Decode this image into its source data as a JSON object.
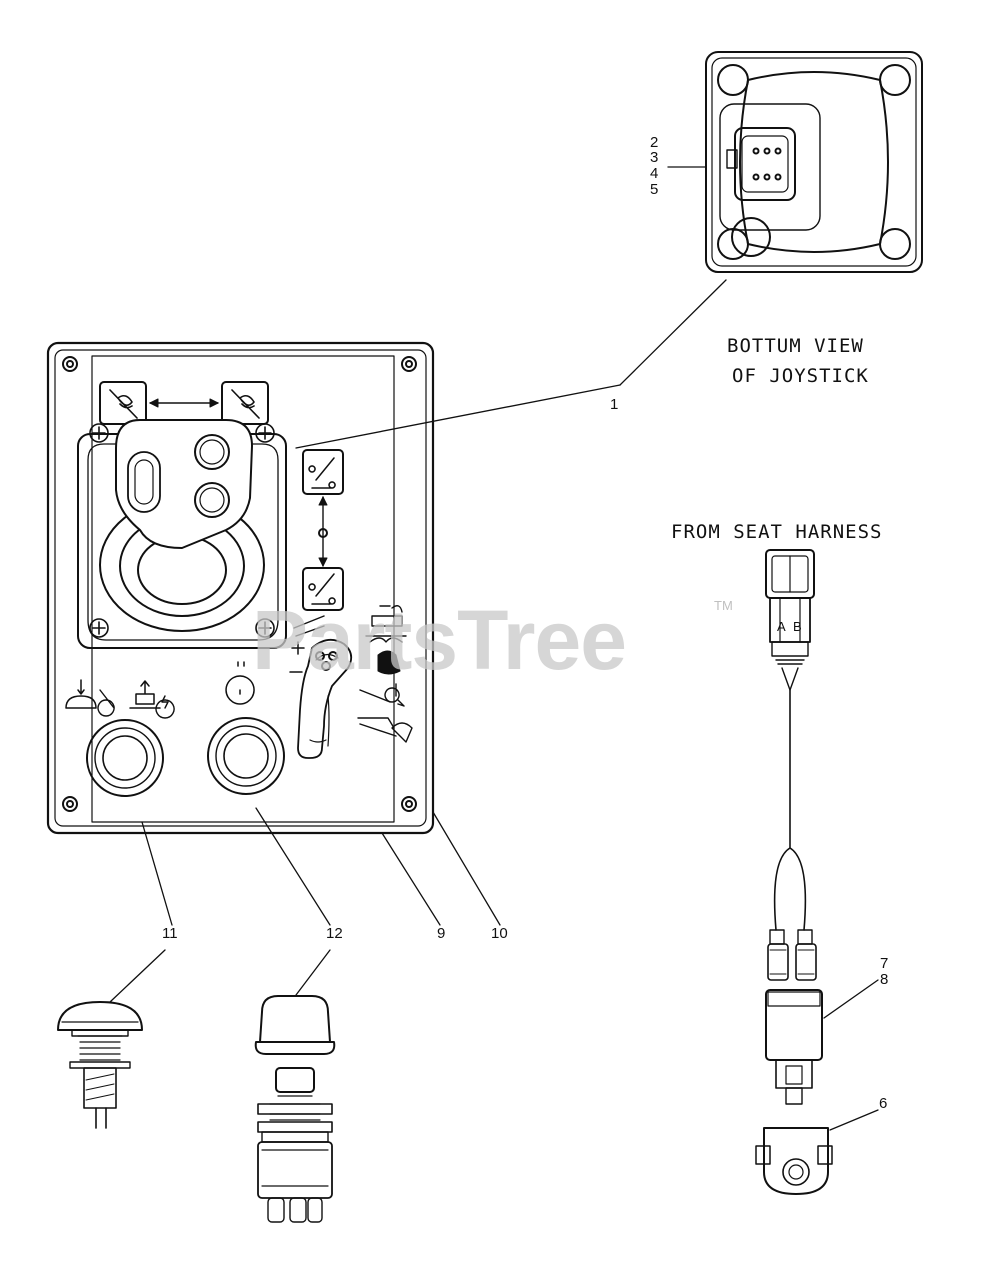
{
  "captions": {
    "bottom_view_line1": "BOTTUM VIEW",
    "bottom_view_line2": "OF JOYSTICK",
    "from_seat_harness": "FROM SEAT HARNESS"
  },
  "callouts": {
    "c1": "1",
    "c2": "2",
    "c3": "3",
    "c4": "4",
    "c5": "5",
    "c6": "6",
    "c7": "7",
    "c8": "8",
    "c9": "9",
    "c10": "10",
    "c11": "11",
    "c12": "12"
  },
  "connector_pins": {
    "a": "A",
    "b": "B"
  },
  "watermark": {
    "text": "PartsTree",
    "trademark": "TM"
  }
}
